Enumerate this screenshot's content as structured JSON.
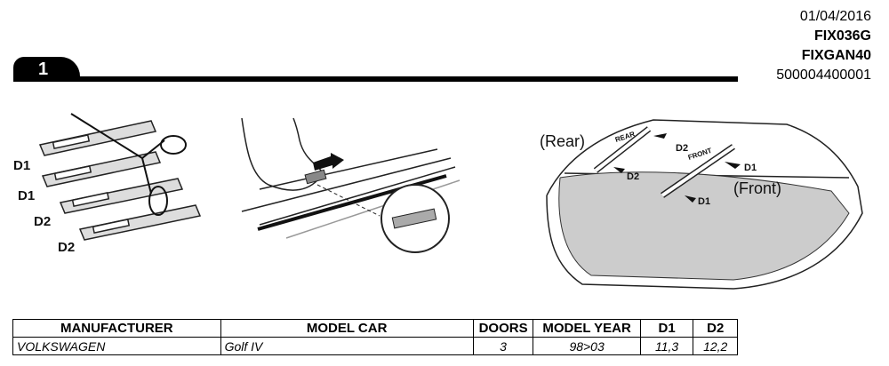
{
  "header": {
    "date": "01/04/2016",
    "ref1": "FIX036G",
    "ref2": "FIXGAN40",
    "code": "500004400001"
  },
  "step": {
    "number": "1"
  },
  "figure1": {
    "labels": [
      "D1",
      "D1",
      "D2",
      "D2"
    ]
  },
  "figure3": {
    "rear_label": "(Rear)",
    "front_label": "(Front)",
    "rear_sign": "REAR",
    "front_sign": "FRONT",
    "d1": "D1",
    "d2": "D2"
  },
  "table": {
    "headers": [
      "MANUFACTURER",
      "MODEL CAR",
      "DOORS",
      "MODEL YEAR",
      "D1",
      "D2"
    ],
    "rows": [
      [
        "VOLKSWAGEN",
        "Golf IV",
        "3",
        "98>03",
        "11,3",
        "12,2"
      ]
    ]
  }
}
